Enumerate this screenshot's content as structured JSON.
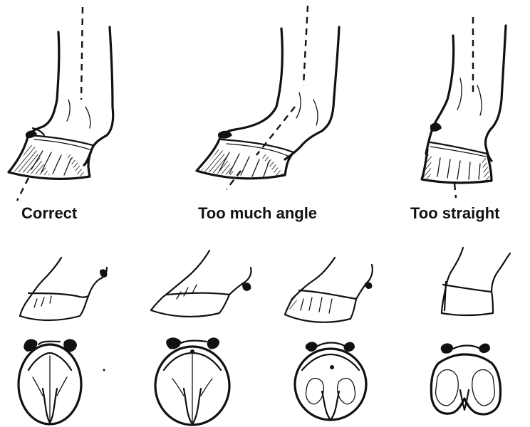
{
  "labels": {
    "correct": "Correct",
    "too_much_angle": "Too much angle",
    "too_straight": "Too straight"
  },
  "colors": {
    "ink": "#111111",
    "background": "#ffffff"
  }
}
